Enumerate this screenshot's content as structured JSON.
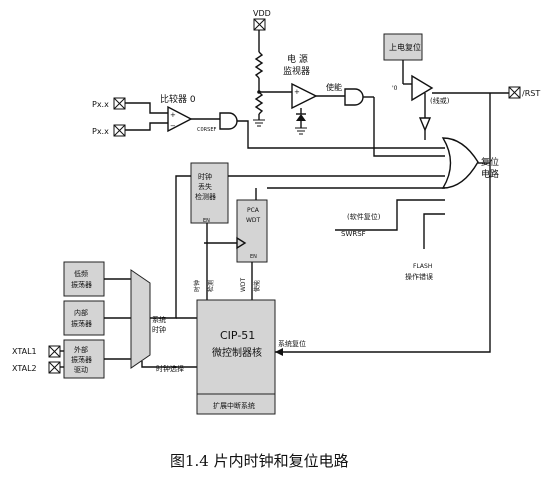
{
  "labels": {
    "vdd": "VDD",
    "px1": "Px.x",
    "px2": "Px.x",
    "comparator": "比较器 0",
    "cmp_signal": "C0RSEF",
    "supply_monitor_1": "电 源",
    "supply_monitor_2": "监视器",
    "enable": "使能",
    "power_on_reset": "上电复位",
    "rst_pin": "/RST",
    "wired_or": "(线或)",
    "reset_circuit_1": "复位",
    "reset_circuit_2": "电路",
    "clock_detector_1": "时钟",
    "clock_detector_2": "丢失",
    "clock_detector_3": "检测器",
    "clock_detector_en": "EN",
    "pca_wdt_1": "PCA",
    "pca_wdt_2": "WDT",
    "pca_wdt_en": "EN",
    "software_reset": "(软件复位)",
    "swrsf": "SWRSF",
    "flash_error_1": "FLASH",
    "flash_error_2": "操作错误",
    "osc_lf_1": "低频",
    "osc_lf_2": "振荡器",
    "osc_int_1": "内部",
    "osc_int_2": "振荡器",
    "osc_ext_1": "外部",
    "osc_ext_2": "振荡器",
    "osc_ext_3": "驱动",
    "xtal1": "XTAL1",
    "xtal2": "XTAL2",
    "sys_clock_1": "系统",
    "sys_clock_2": "时钟",
    "clock_select": "时钟选择",
    "mcd_enable_1": "时钟",
    "mcd_enable_2": "检测",
    "wdt_enable_1": "WDT",
    "wdt_enable_2": "使能",
    "cpu_1": "CIP-51",
    "cpu_2": "微控制器核",
    "ext_interrupt": "扩展中断系统",
    "system_reset": "系统复位",
    "caption": "图1.4 片内时钟和复位电路"
  }
}
